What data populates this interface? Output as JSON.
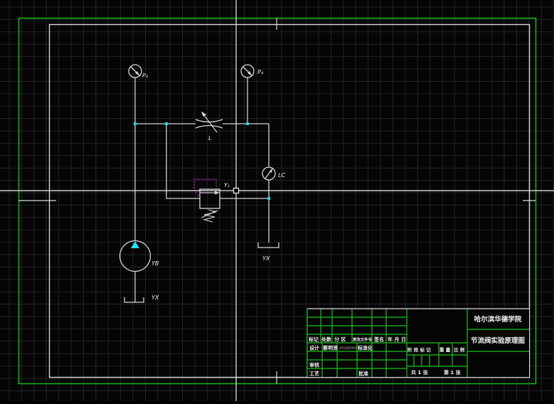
{
  "app": {
    "type": "CAD drawing viewport",
    "background": "#050505"
  },
  "colors": {
    "grid": "#23242b",
    "frame_outer": "#18c418",
    "frame_inner": "#d9d9d9",
    "lines": "#d0d0d0",
    "junction": "#22d3e6",
    "pump_arrow": "#22e0f0",
    "dashed_pilot": "#d21ed2",
    "title_grid": "#18c418"
  },
  "schematic": {
    "labels": {
      "gauge_p2": "P₂",
      "gauge_p4": "P₄",
      "throttle": "L",
      "gauge_lc": "LC",
      "relief_valve": "Y₁",
      "pump": "YB",
      "tank_right": "YX",
      "tank_pump": "YX"
    },
    "components": [
      {
        "id": "gauge-p2",
        "kind": "pressure-gauge"
      },
      {
        "id": "gauge-p4",
        "kind": "pressure-gauge"
      },
      {
        "id": "throttle-valve",
        "kind": "adjustable-throttle"
      },
      {
        "id": "gauge-lc",
        "kind": "flow-meter"
      },
      {
        "id": "relief-valve",
        "kind": "relief-valve"
      },
      {
        "id": "pump",
        "kind": "hydraulic-pump"
      },
      {
        "id": "tank-right",
        "kind": "tank"
      },
      {
        "id": "tank-pump",
        "kind": "tank"
      }
    ]
  },
  "title_block": {
    "institution": "哈尔滨华德学院",
    "drawing_title": "节流阀实验原理图",
    "header_row": [
      "标记",
      "处数",
      "分 区",
      "更改文件号",
      "签名",
      "年 月 日"
    ],
    "design_row": {
      "role": "设计",
      "name": "蔡明浩",
      "date": "20190305",
      "standardization": "标准化"
    },
    "review": "审核",
    "process": "工艺",
    "approve": "批准",
    "stage_row": {
      "stage_mark": "阶 段 标 记",
      "weight": "重 量",
      "scale": "比 例"
    },
    "sheets_total": "共 1 张",
    "sheet_number": "第 1 张"
  }
}
